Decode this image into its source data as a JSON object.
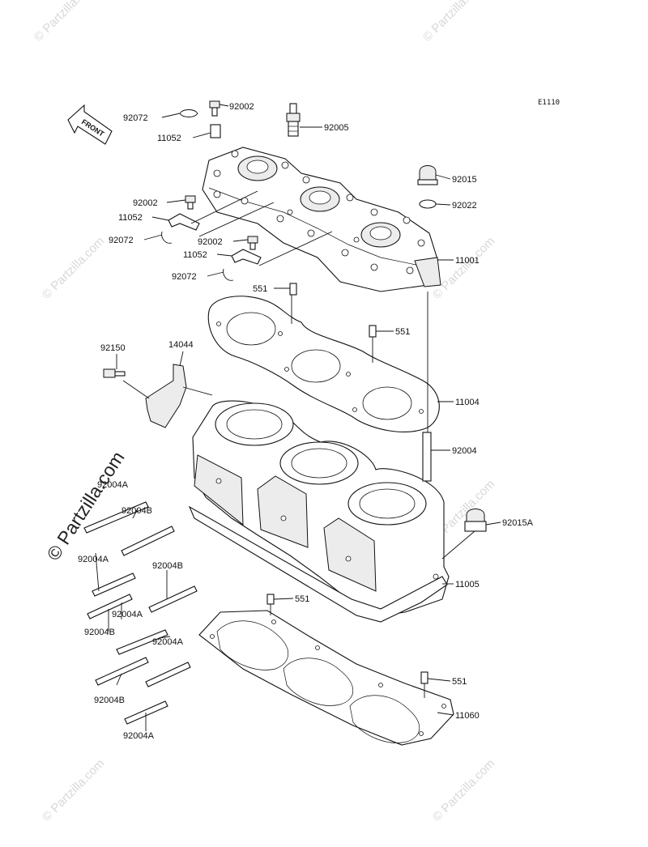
{
  "diagram_code": "E1110",
  "front_label": "FRONT",
  "watermark": "© Partzilla.com",
  "watermark_small": "© Partzilla.com",
  "labels": [
    {
      "id": "l1",
      "text": "92072"
    },
    {
      "id": "l2",
      "text": "92002"
    },
    {
      "id": "l3",
      "text": "11052"
    },
    {
      "id": "l4",
      "text": "92005"
    },
    {
      "id": "l5",
      "text": "92015"
    },
    {
      "id": "l6",
      "text": "92022"
    },
    {
      "id": "l7",
      "text": "92002"
    },
    {
      "id": "l8",
      "text": "11052"
    },
    {
      "id": "l9",
      "text": "92072"
    },
    {
      "id": "l10",
      "text": "92002"
    },
    {
      "id": "l11",
      "text": "11052"
    },
    {
      "id": "l12",
      "text": "11001"
    },
    {
      "id": "l13",
      "text": "92072"
    },
    {
      "id": "l14",
      "text": "551"
    },
    {
      "id": "l15",
      "text": "551"
    },
    {
      "id": "l16",
      "text": "92150"
    },
    {
      "id": "l17",
      "text": "14044"
    },
    {
      "id": "l18",
      "text": "11004"
    },
    {
      "id": "l19",
      "text": "92004"
    },
    {
      "id": "l20",
      "text": "92004A"
    },
    {
      "id": "l21",
      "text": "92004B"
    },
    {
      "id": "l22",
      "text": "92015A"
    },
    {
      "id": "l23",
      "text": "92004A"
    },
    {
      "id": "l24",
      "text": "92004B"
    },
    {
      "id": "l25",
      "text": "11005"
    },
    {
      "id": "l26",
      "text": "551"
    },
    {
      "id": "l27",
      "text": "92004A"
    },
    {
      "id": "l28",
      "text": "92004B"
    },
    {
      "id": "l29",
      "text": "92004A"
    },
    {
      "id": "l30",
      "text": "551"
    },
    {
      "id": "l31",
      "text": "92004B"
    },
    {
      "id": "l32",
      "text": "11060"
    },
    {
      "id": "l33",
      "text": "92004A"
    }
  ]
}
